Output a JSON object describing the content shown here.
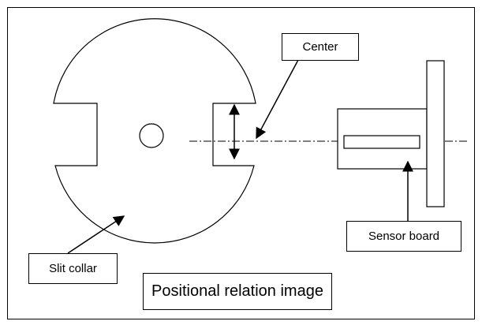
{
  "labels": {
    "center": "Center",
    "sensor_board": "Sensor board",
    "slit_collar": "Slit collar",
    "caption": "Positional relation image"
  }
}
